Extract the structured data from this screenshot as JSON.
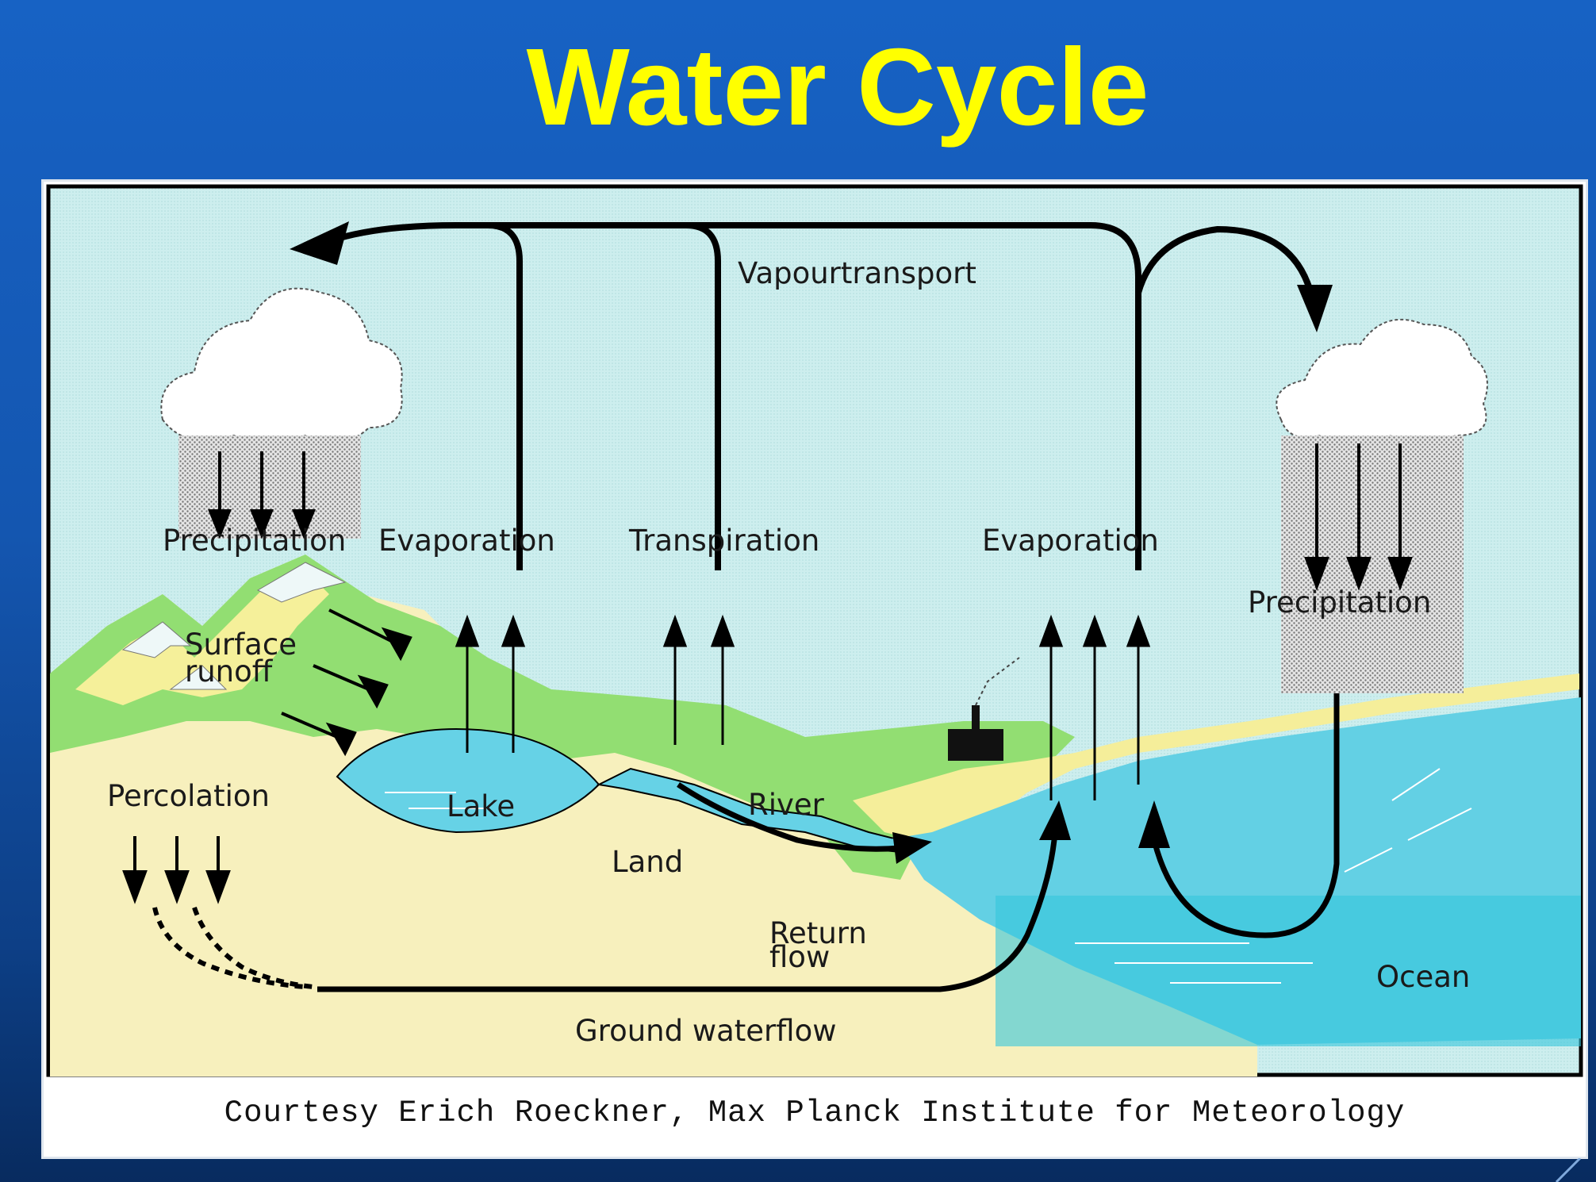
{
  "title": "Water Cycle",
  "credit": "Courtesy Erich Roeckner, Max Planck Institute for Meteorology",
  "labels": {
    "vapour_transport": "Vapourtransport",
    "precipitation_left": "Precipitation",
    "evaporation_lake": "Evaporation",
    "transpiration": "Transpiration",
    "evaporation_ocean": "Evaporation",
    "precipitation_right": "Precipitation",
    "surface_runoff_1": "Surface",
    "surface_runoff_2": "runoff",
    "percolation": "Percolation",
    "lake": "Lake",
    "river": "River",
    "land": "Land",
    "return_flow_1": "Return",
    "return_flow_2": "flow",
    "ocean": "Ocean",
    "ground_water_flow": "Ground waterflow"
  },
  "colors": {
    "title": "#ffff00",
    "background": "#1762c4",
    "sky": "#c8ecec",
    "land": "#f6efb8",
    "vegetation": "#8fe070",
    "water": "#63d0e4",
    "snow": "#e8f4f4",
    "arrow": "#000000"
  }
}
